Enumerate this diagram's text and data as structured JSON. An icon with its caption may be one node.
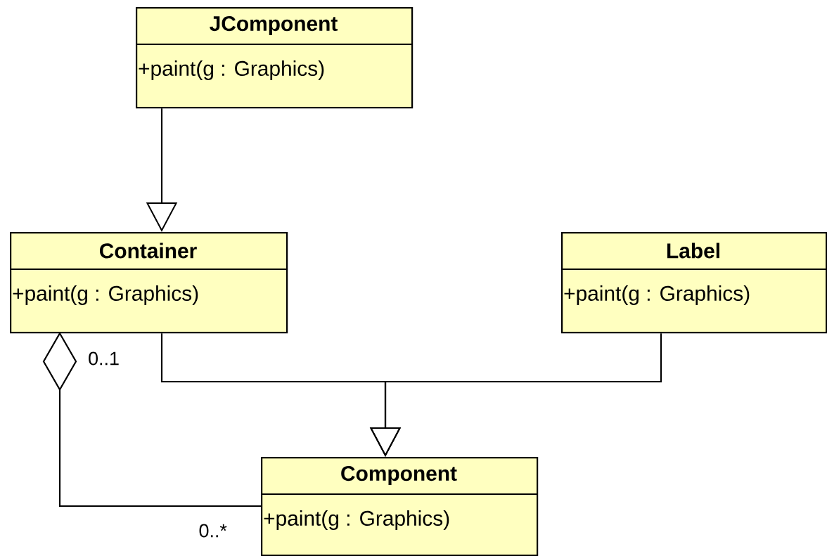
{
  "diagram": {
    "nodes": [
      {
        "text": [
          "JComponent",
          "+paint(g : Graphics)"
        ]
      },
      {
        "text": [
          "Container",
          "+paint(g : Graphics)"
        ]
      },
      {
        "text": [
          "Label",
          "+paint(g : Graphics)"
        ]
      },
      {
        "text": [
          "Component",
          "+paint(g : Graphics)"
        ]
      }
    ],
    "edges": [
      {
        "from": 0,
        "to": 1,
        "arrow": "to"
      },
      {
        "from": 1,
        "to": 3,
        "arrow": "to"
      },
      {
        "from": 2,
        "to": 3,
        "arrow": "to"
      },
      {
        "from": 1,
        "to": 3,
        "arrow": "other"
      }
    ],
    "labels": [
      "0..1",
      "0..*"
    ]
  }
}
